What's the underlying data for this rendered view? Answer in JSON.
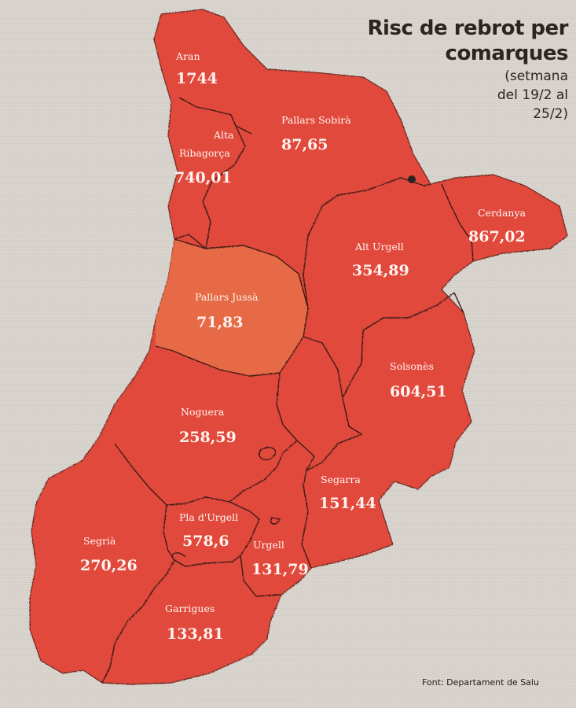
{
  "title": {
    "line1": "Risc de rebrot per",
    "line2": "comarques"
  },
  "subtitle": {
    "line1": "(setmana",
    "line2": "del 19/2 al",
    "line3": "25/2)"
  },
  "source": "Font: Departament de Salu",
  "colors": {
    "region_fill": "#e2483e",
    "region_fill_light": "#e66b45",
    "border": "#3d1a14",
    "label": "#fff4ef"
  },
  "regions": [
    {
      "id": "aran",
      "name": "Aran",
      "value": "1744"
    },
    {
      "id": "pallars-sobira",
      "name": "Pallars Sobirà",
      "value": "87,65"
    },
    {
      "id": "alta-ribagorca",
      "name_lines": [
        "Alta",
        "Ribagorça"
      ],
      "value": "740,01"
    },
    {
      "id": "cerdanya",
      "name": "Cerdanya",
      "value": "867,02"
    },
    {
      "id": "alt-urgell",
      "name": "Alt Urgell",
      "value": "354,89"
    },
    {
      "id": "pallars-jussa",
      "name": "Pallars Jussà",
      "value": "71,83"
    },
    {
      "id": "solsones",
      "name": "Solsonès",
      "value": "604,51"
    },
    {
      "id": "noguera",
      "name": "Noguera",
      "value": "258,59"
    },
    {
      "id": "segarra",
      "name": "Segarra",
      "value": "151,44"
    },
    {
      "id": "pla-durgell",
      "name": "Pla d'Urgell",
      "value": "578,6"
    },
    {
      "id": "segria",
      "name": "Segrià",
      "value": "270,26"
    },
    {
      "id": "urgell",
      "name": "Urgell",
      "value": "131,79"
    },
    {
      "id": "garrigues",
      "name": "Garrigues",
      "value": "133,81"
    }
  ]
}
